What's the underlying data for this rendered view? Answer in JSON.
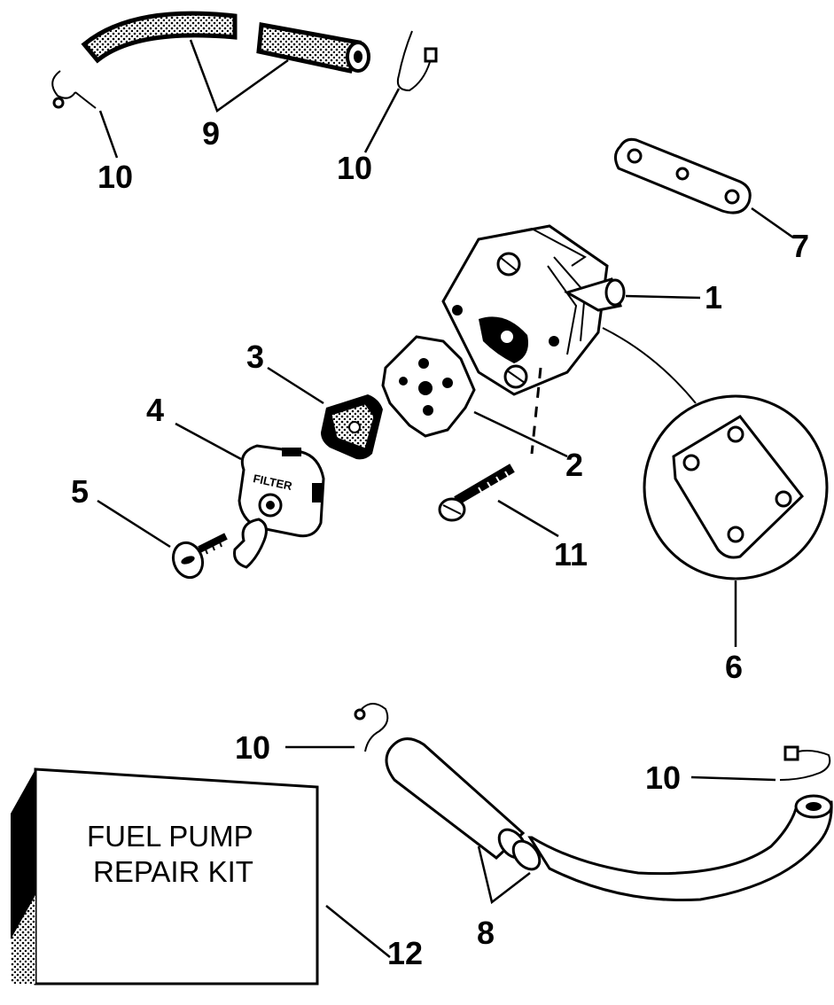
{
  "callouts": {
    "c1": "1",
    "c2": "2",
    "c3": "3",
    "c4": "4",
    "c5": "5",
    "c6": "6",
    "c7": "7",
    "c8": "8",
    "c9": "9",
    "c10a": "10",
    "c10b": "10",
    "c10c": "10",
    "c10d": "10",
    "c11": "11",
    "c12": "12"
  },
  "repair_kit": {
    "line1": "FUEL PUMP",
    "line2": "REPAIR KIT"
  },
  "filter_cap_text": "FILTER"
}
